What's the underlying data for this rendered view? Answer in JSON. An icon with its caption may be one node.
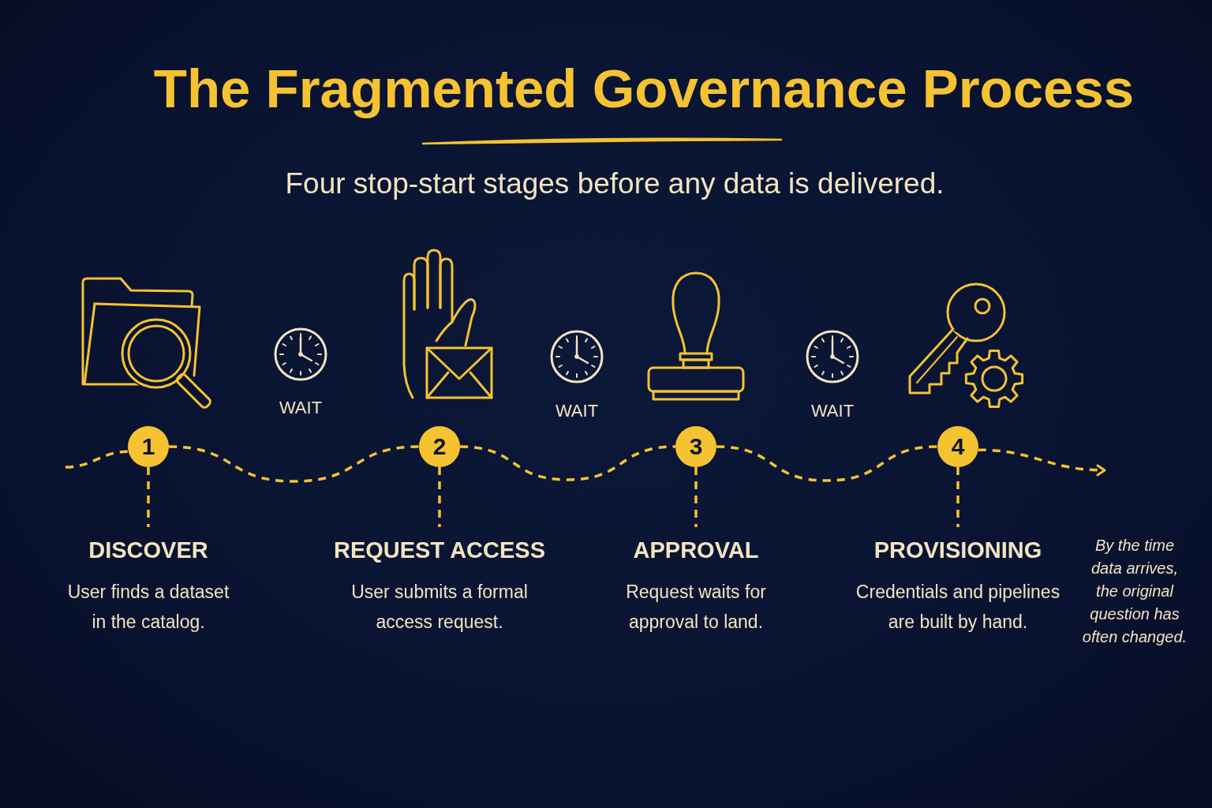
{
  "diagram": {
    "title": "The Fragmented Governance Process",
    "nodes": [
      {
        "text": [
          "1"
        ]
      },
      {
        "text": [
          "DISCOVER",
          "User finds a dataset in the catalog."
        ]
      },
      {
        "text": [
          "2"
        ]
      },
      {
        "text": [
          "REQUEST ACCESS",
          "User submits a formal access request."
        ]
      },
      {
        "text": [
          "3"
        ]
      },
      {
        "text": [
          "APPROVAL",
          "Request waits for approval to land."
        ]
      },
      {
        "text": [
          "4"
        ]
      },
      {
        "text": [
          "PROVISIONING",
          "Credentials and pipelines are built by hand."
        ]
      }
    ],
    "edges": [
      {
        "from": null,
        "to": 0,
        "arrow": "none",
        "style": "dashed"
      },
      {
        "from": 0,
        "to": 2,
        "arrow": "none",
        "style": "dashed"
      },
      {
        "from": 2,
        "to": 4,
        "arrow": "none",
        "style": "dashed"
      },
      {
        "from": 4,
        "to": 6,
        "arrow": "none",
        "style": "dashed"
      },
      {
        "from": 6,
        "to": null,
        "arrow": "to",
        "style": "dashed"
      },
      {
        "from": 0,
        "to": 1,
        "arrow": "none",
        "style": "dashed"
      },
      {
        "from": 2,
        "to": 3,
        "arrow": "none",
        "style": "dashed"
      },
      {
        "from": 4,
        "to": 5,
        "arrow": "none",
        "style": "dashed"
      },
      {
        "from": 6,
        "to": 7,
        "arrow": "none",
        "style": "dashed"
      }
    ],
    "labels": [
      "Four stop-start stages before any data is delivered.",
      "WAIT",
      "WAIT",
      "WAIT",
      "By the time data arrives, the original question has often changed."
    ]
  }
}
